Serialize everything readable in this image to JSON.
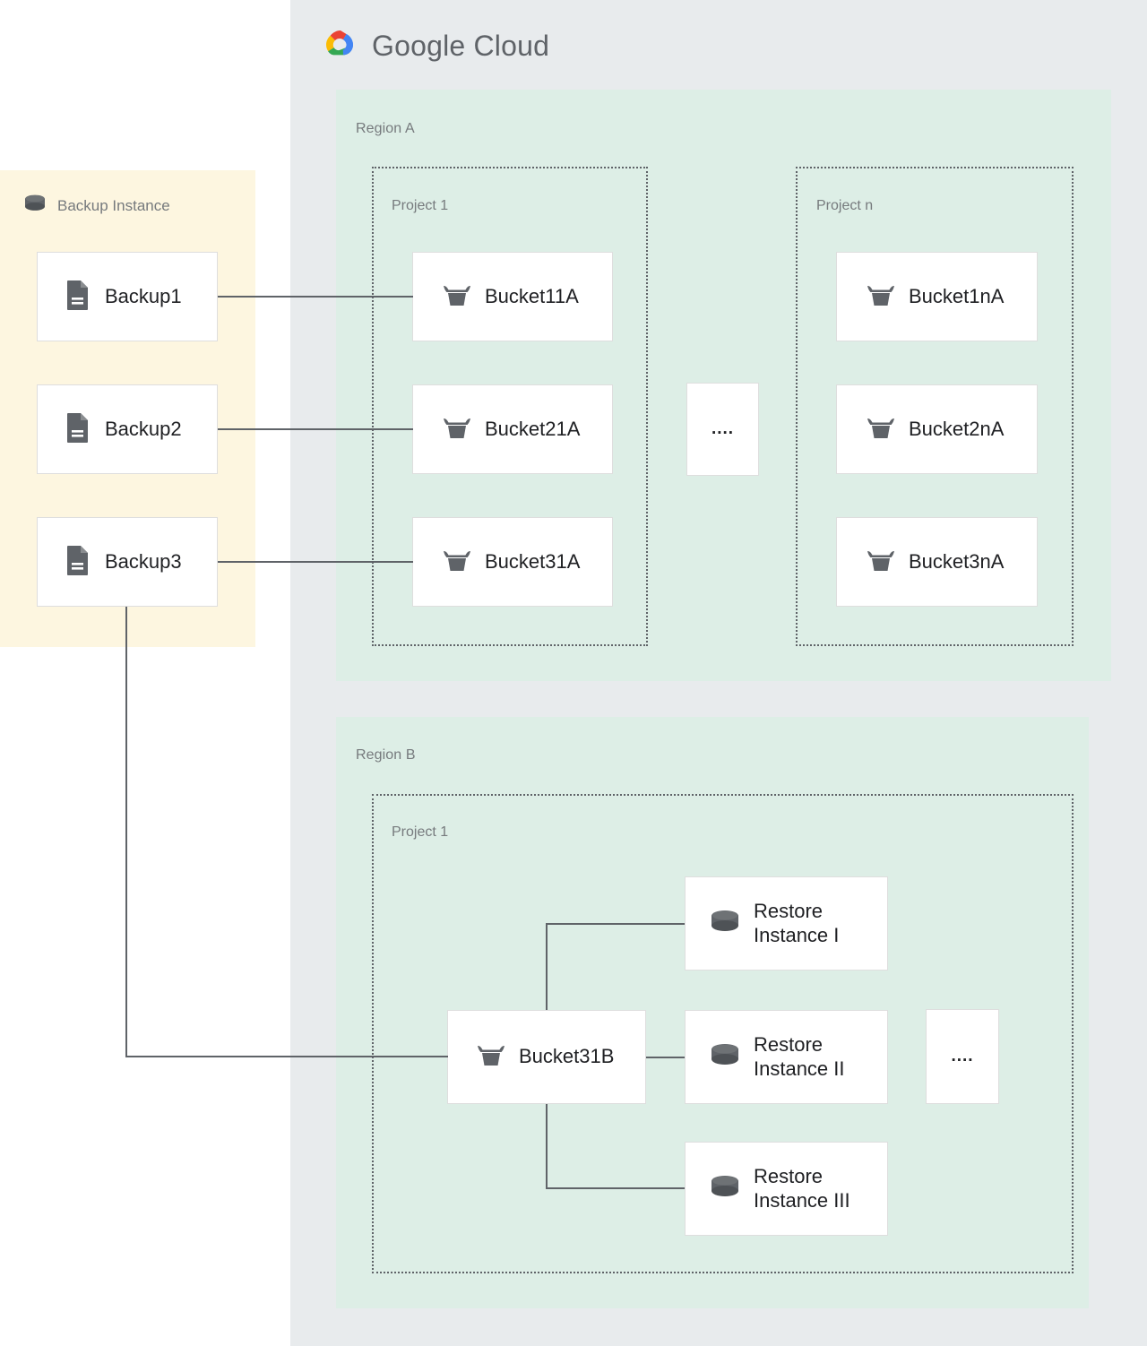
{
  "cloud": {
    "brand_primary": "Google",
    "brand_secondary": "Cloud",
    "logo_icon": "google-cloud-logo",
    "panel_color": "#e8ebed"
  },
  "backup_instance": {
    "title": "Backup Instance",
    "icon": "database-cylinder-icon",
    "panel_color": "#fdf6e0",
    "items": [
      {
        "label": "Backup1",
        "icon": "document-icon"
      },
      {
        "label": "Backup2",
        "icon": "document-icon"
      },
      {
        "label": "Backup3",
        "icon": "document-icon"
      }
    ]
  },
  "regions": [
    {
      "label": "Region A",
      "color": "#ddeee6",
      "projects": [
        {
          "label": "Project 1",
          "nodes": [
            {
              "label": "Bucket11A",
              "icon": "bucket-icon"
            },
            {
              "label": "Bucket21A",
              "icon": "bucket-icon"
            },
            {
              "label": "Bucket31A",
              "icon": "bucket-icon"
            }
          ]
        },
        {
          "label": "Project n",
          "nodes": [
            {
              "label": "Bucket1nA",
              "icon": "bucket-icon"
            },
            {
              "label": "Bucket2nA",
              "icon": "bucket-icon"
            },
            {
              "label": "Bucket3nA",
              "icon": "bucket-icon"
            }
          ]
        }
      ],
      "ellipsis": "...."
    },
    {
      "label": "Region B",
      "color": "#ddeee6",
      "projects": [
        {
          "label": "Project 1",
          "nodes": [
            {
              "label": "Bucket31B",
              "icon": "bucket-icon"
            },
            {
              "label": "Restore Instance I",
              "label_line1": "Restore",
              "label_line2": "Instance I",
              "icon": "database-cylinder-icon"
            },
            {
              "label": "Restore Instance II",
              "label_line1": "Restore",
              "label_line2": "Instance II",
              "icon": "database-cylinder-icon"
            },
            {
              "label": "Restore Instance III",
              "label_line1": "Restore",
              "label_line2": "Instance III",
              "icon": "database-cylinder-icon"
            }
          ]
        }
      ],
      "ellipsis": "...."
    }
  ],
  "connections": [
    {
      "from": "Backup1",
      "to": "Bucket11A"
    },
    {
      "from": "Backup2",
      "to": "Bucket21A"
    },
    {
      "from": "Backup3",
      "to": "Bucket31A"
    },
    {
      "from": "Backup3",
      "to": "Bucket31B"
    },
    {
      "from": "Bucket31B",
      "to": "Restore Instance I"
    },
    {
      "from": "Bucket31B",
      "to": "Restore Instance II"
    },
    {
      "from": "Bucket31B",
      "to": "Restore Instance III"
    }
  ],
  "colors": {
    "line": "#5f6368",
    "card_border": "#dedede",
    "icon_gray": "#5f6368",
    "label_gray": "#767a7d",
    "text_dark": "#202124"
  }
}
